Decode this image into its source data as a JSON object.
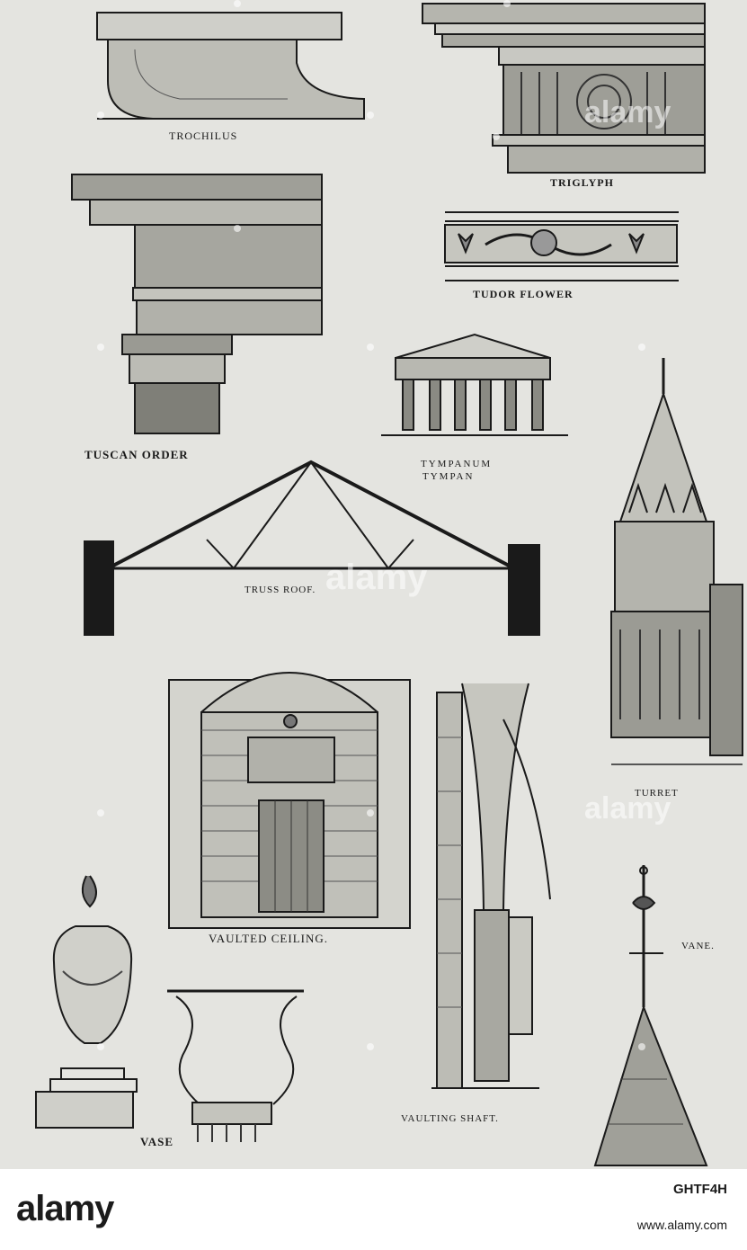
{
  "plate": {
    "labels": {
      "trochilus": "TROCHILUS",
      "triglyph": "TRIGLYPH",
      "tudor_flower": "TUDOR FLOWER",
      "tuscan_order": "TUSCAN ORDER",
      "tympanum": "TYMPANUM",
      "tympan": "TYMPAN",
      "truss_roof": "TRUSS ROOF.",
      "turret": "TURRET",
      "vaulted_ceiling": "VAULTED CEILING.",
      "vane": "VANE.",
      "vaulting_shaft": "VAULTING SHAFT.",
      "vase": "VASE"
    }
  },
  "watermark": {
    "text": "alamy"
  },
  "footer": {
    "logo": "alamy",
    "image_id": "GHTF4H",
    "url": "www.alamy.com"
  },
  "colors": {
    "plate_bg": "#e4e4e0",
    "ink": "#1a1a1a",
    "footer_bg": "#ffffff"
  }
}
